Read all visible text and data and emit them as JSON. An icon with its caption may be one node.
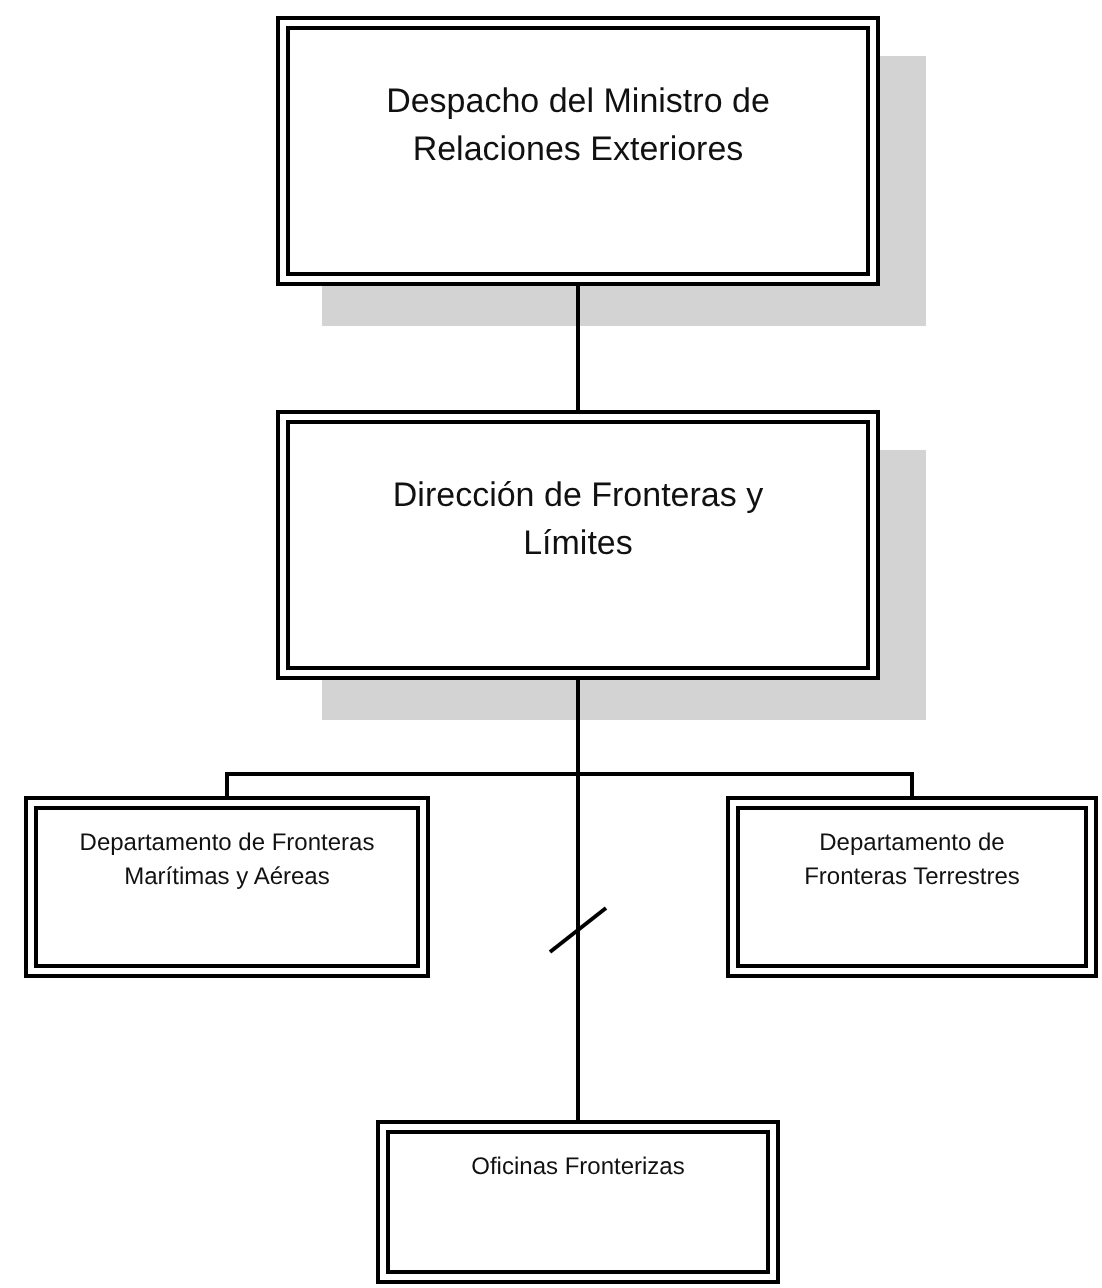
{
  "diagram": {
    "nodes": [
      {
        "text": [
          "Despacho del Ministro de Relaciones Exteriores"
        ]
      },
      {
        "text": [
          "Dirección de Fronteras y Límites"
        ]
      },
      {
        "text": [
          "Departamento de Fronteras Marítimas y Aéreas"
        ]
      },
      {
        "text": [
          "Departamento de Fronteras Terrestres"
        ]
      },
      {
        "text": [
          "Oficinas Fronterizas"
        ]
      }
    ],
    "edges": [
      {
        "from": 0,
        "to": 1,
        "arrow": "none"
      },
      {
        "from": 1,
        "to": 2,
        "arrow": "none"
      },
      {
        "from": 1,
        "to": 3,
        "arrow": "none"
      },
      {
        "from": 1,
        "to": 4,
        "arrow": "none"
      }
    ]
  }
}
